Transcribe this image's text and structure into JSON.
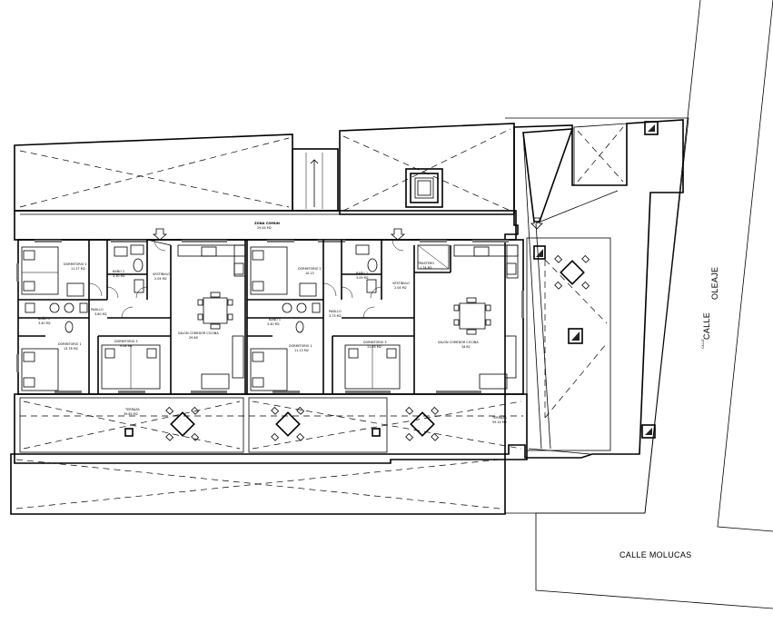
{
  "rooms": {
    "zona_comun": "ZONA COMUN",
    "zona_comun_area": "29.44 M2",
    "a": {
      "dormitorio2": "DORMITORIO 2",
      "dormitorio2_area": "11.27 M2",
      "bano2": "BAÑO 2",
      "bano2_area": "3.30 M2",
      "bano1": "BAÑO 1",
      "bano1_area": "3.40 M2",
      "pasillo": "PASILLO",
      "pasillo_area": "3.80 M2",
      "vestibulo": "VESTIBULO",
      "vestibulo_area": "2.04 M2",
      "dormitorio1": "DORMITORIO 1",
      "dormitorio1_area": "13.78 M2",
      "dormitorio3": "DORMITORIO 3",
      "dormitorio3_area": "9.08 M2",
      "salon": "SALON COMEDOR COCINA",
      "salon_area": "29.46",
      "terraza": "TERRAZA",
      "terraza_area": "39.85 M2"
    },
    "b": {
      "dormitorio2": "DORMITORIO 2",
      "dormitorio2_area": "10.13",
      "bano2": "BAÑO 2",
      "bano2_area": "3.09 M2",
      "bano1": "BAÑO 1",
      "bano1_area": "3.40 M2",
      "pasillo": "PASILLO",
      "pasillo_area": "3.73 M2",
      "vestibulo": "VESTIBULO",
      "vestibulo_area": "2.04 M2",
      "trastero": "TRASTERO",
      "trastero_area": "1.74 M2",
      "dormitorio1": "DORMITORIO 1",
      "dormitorio1_area": "11.13 M2",
      "dormitorio3": "DORMITORIO 3",
      "dormitorio3_area": "11.93 M2",
      "salon": "SALON COMEDOR COCINA",
      "salon_area": "34.82",
      "terraza": "TERRAZA",
      "terraza_area": "59.14 M2"
    }
  },
  "streets": {
    "molucas": "CALLE   MOLUCAS",
    "oleaje_calle": "CALLE",
    "oleaje_name": "OLEAJE",
    "oleaje_small": "CALLE"
  },
  "colors": {
    "line": "#000000",
    "fill_dark": "#222222",
    "fill_grey": "#7a7a7a",
    "background": "#ffffff"
  }
}
